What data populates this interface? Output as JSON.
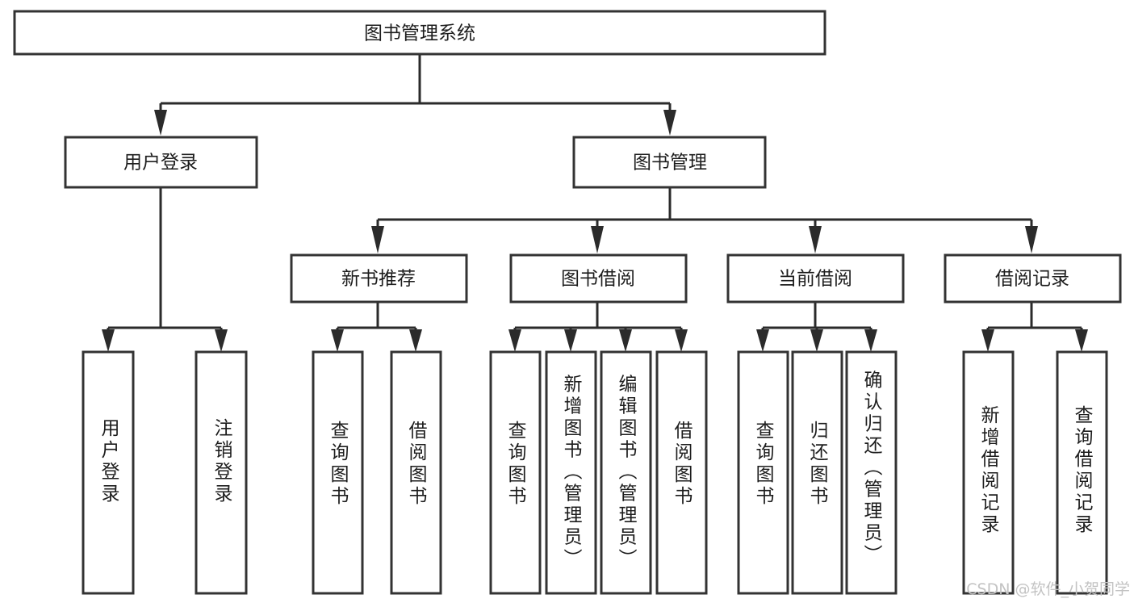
{
  "diagram": {
    "title": "图书管理系统",
    "type": "tree-hierarchy-chart",
    "root": {
      "id": "root",
      "label": "图书管理系统"
    },
    "level2": [
      {
        "id": "user-login",
        "label": "用户登录"
      },
      {
        "id": "book-manage",
        "label": "图书管理"
      }
    ],
    "level3": [
      {
        "id": "new-book-recommend",
        "label": "新书推荐",
        "parent": "book-manage"
      },
      {
        "id": "book-borrow",
        "label": "图书借阅",
        "parent": "book-manage"
      },
      {
        "id": "current-borrow",
        "label": "当前借阅",
        "parent": "book-manage"
      },
      {
        "id": "borrow-record",
        "label": "借阅记录",
        "parent": "book-manage"
      }
    ],
    "leaves": {
      "user-login": [
        {
          "id": "leaf-user-login",
          "label": "用户登录"
        },
        {
          "id": "leaf-user-logout",
          "label": "注销登录"
        }
      ],
      "new-book-recommend": [
        {
          "id": "leaf-query-book-1",
          "label": "查询图书"
        },
        {
          "id": "leaf-borrow-book-1",
          "label": "借阅图书"
        }
      ],
      "book-borrow": [
        {
          "id": "leaf-query-book-2",
          "label": "查询图书"
        },
        {
          "id": "leaf-add-book",
          "label": "新增图书（管理员）"
        },
        {
          "id": "leaf-edit-book",
          "label": "编辑图书（管理员）"
        },
        {
          "id": "leaf-borrow-book-2",
          "label": "借阅图书"
        }
      ],
      "current-borrow": [
        {
          "id": "leaf-query-book-3",
          "label": "查询图书"
        },
        {
          "id": "leaf-return-book",
          "label": "归还图书"
        },
        {
          "id": "leaf-confirm-return",
          "label": "确认归还（管理员）"
        }
      ],
      "borrow-record": [
        {
          "id": "leaf-add-record",
          "label": "新增借阅记录"
        },
        {
          "id": "leaf-query-record",
          "label": "查询借阅记录"
        }
      ]
    }
  },
  "watermark": {
    "text": "CSDN @软件_小贺同学"
  },
  "colors": {
    "box_stroke": "#333333",
    "box_fill": "#ffffff",
    "connector": "#2b2b2b",
    "text": "#1d1d1d",
    "watermark": "#c3c3c3",
    "background": "#ffffff"
  }
}
